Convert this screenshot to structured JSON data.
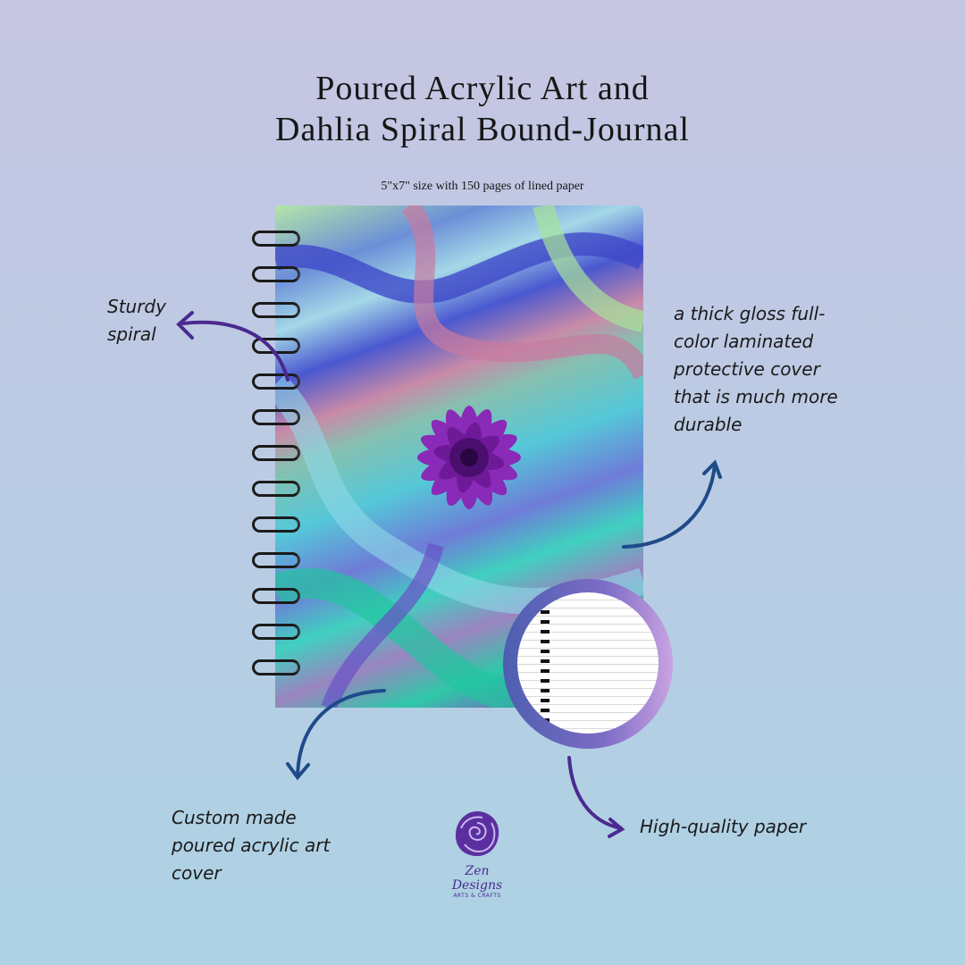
{
  "header": {
    "title_line1": "Poured Acrylic Art and",
    "title_line2": "Dahlia Spiral Bound-Journal",
    "subtitle": "5\"x7\" size with 150 pages of lined paper"
  },
  "callouts": {
    "spiral": [
      "Sturdy",
      "spiral"
    ],
    "cover_gloss": [
      "a thick gloss full-",
      "color laminated",
      "protective cover",
      "that is much more",
      "durable"
    ],
    "custom_cover": [
      "Custom made",
      "poured acrylic art",
      "cover"
    ],
    "paper": "High-quality paper"
  },
  "logo": {
    "name": "Zen Designs",
    "tagline": "ARTS & CRAFTS"
  },
  "colors": {
    "arrow_blue": "#1f4a8a",
    "arrow_purple": "#4a2a90",
    "dahlia": "#7a1fa0"
  }
}
